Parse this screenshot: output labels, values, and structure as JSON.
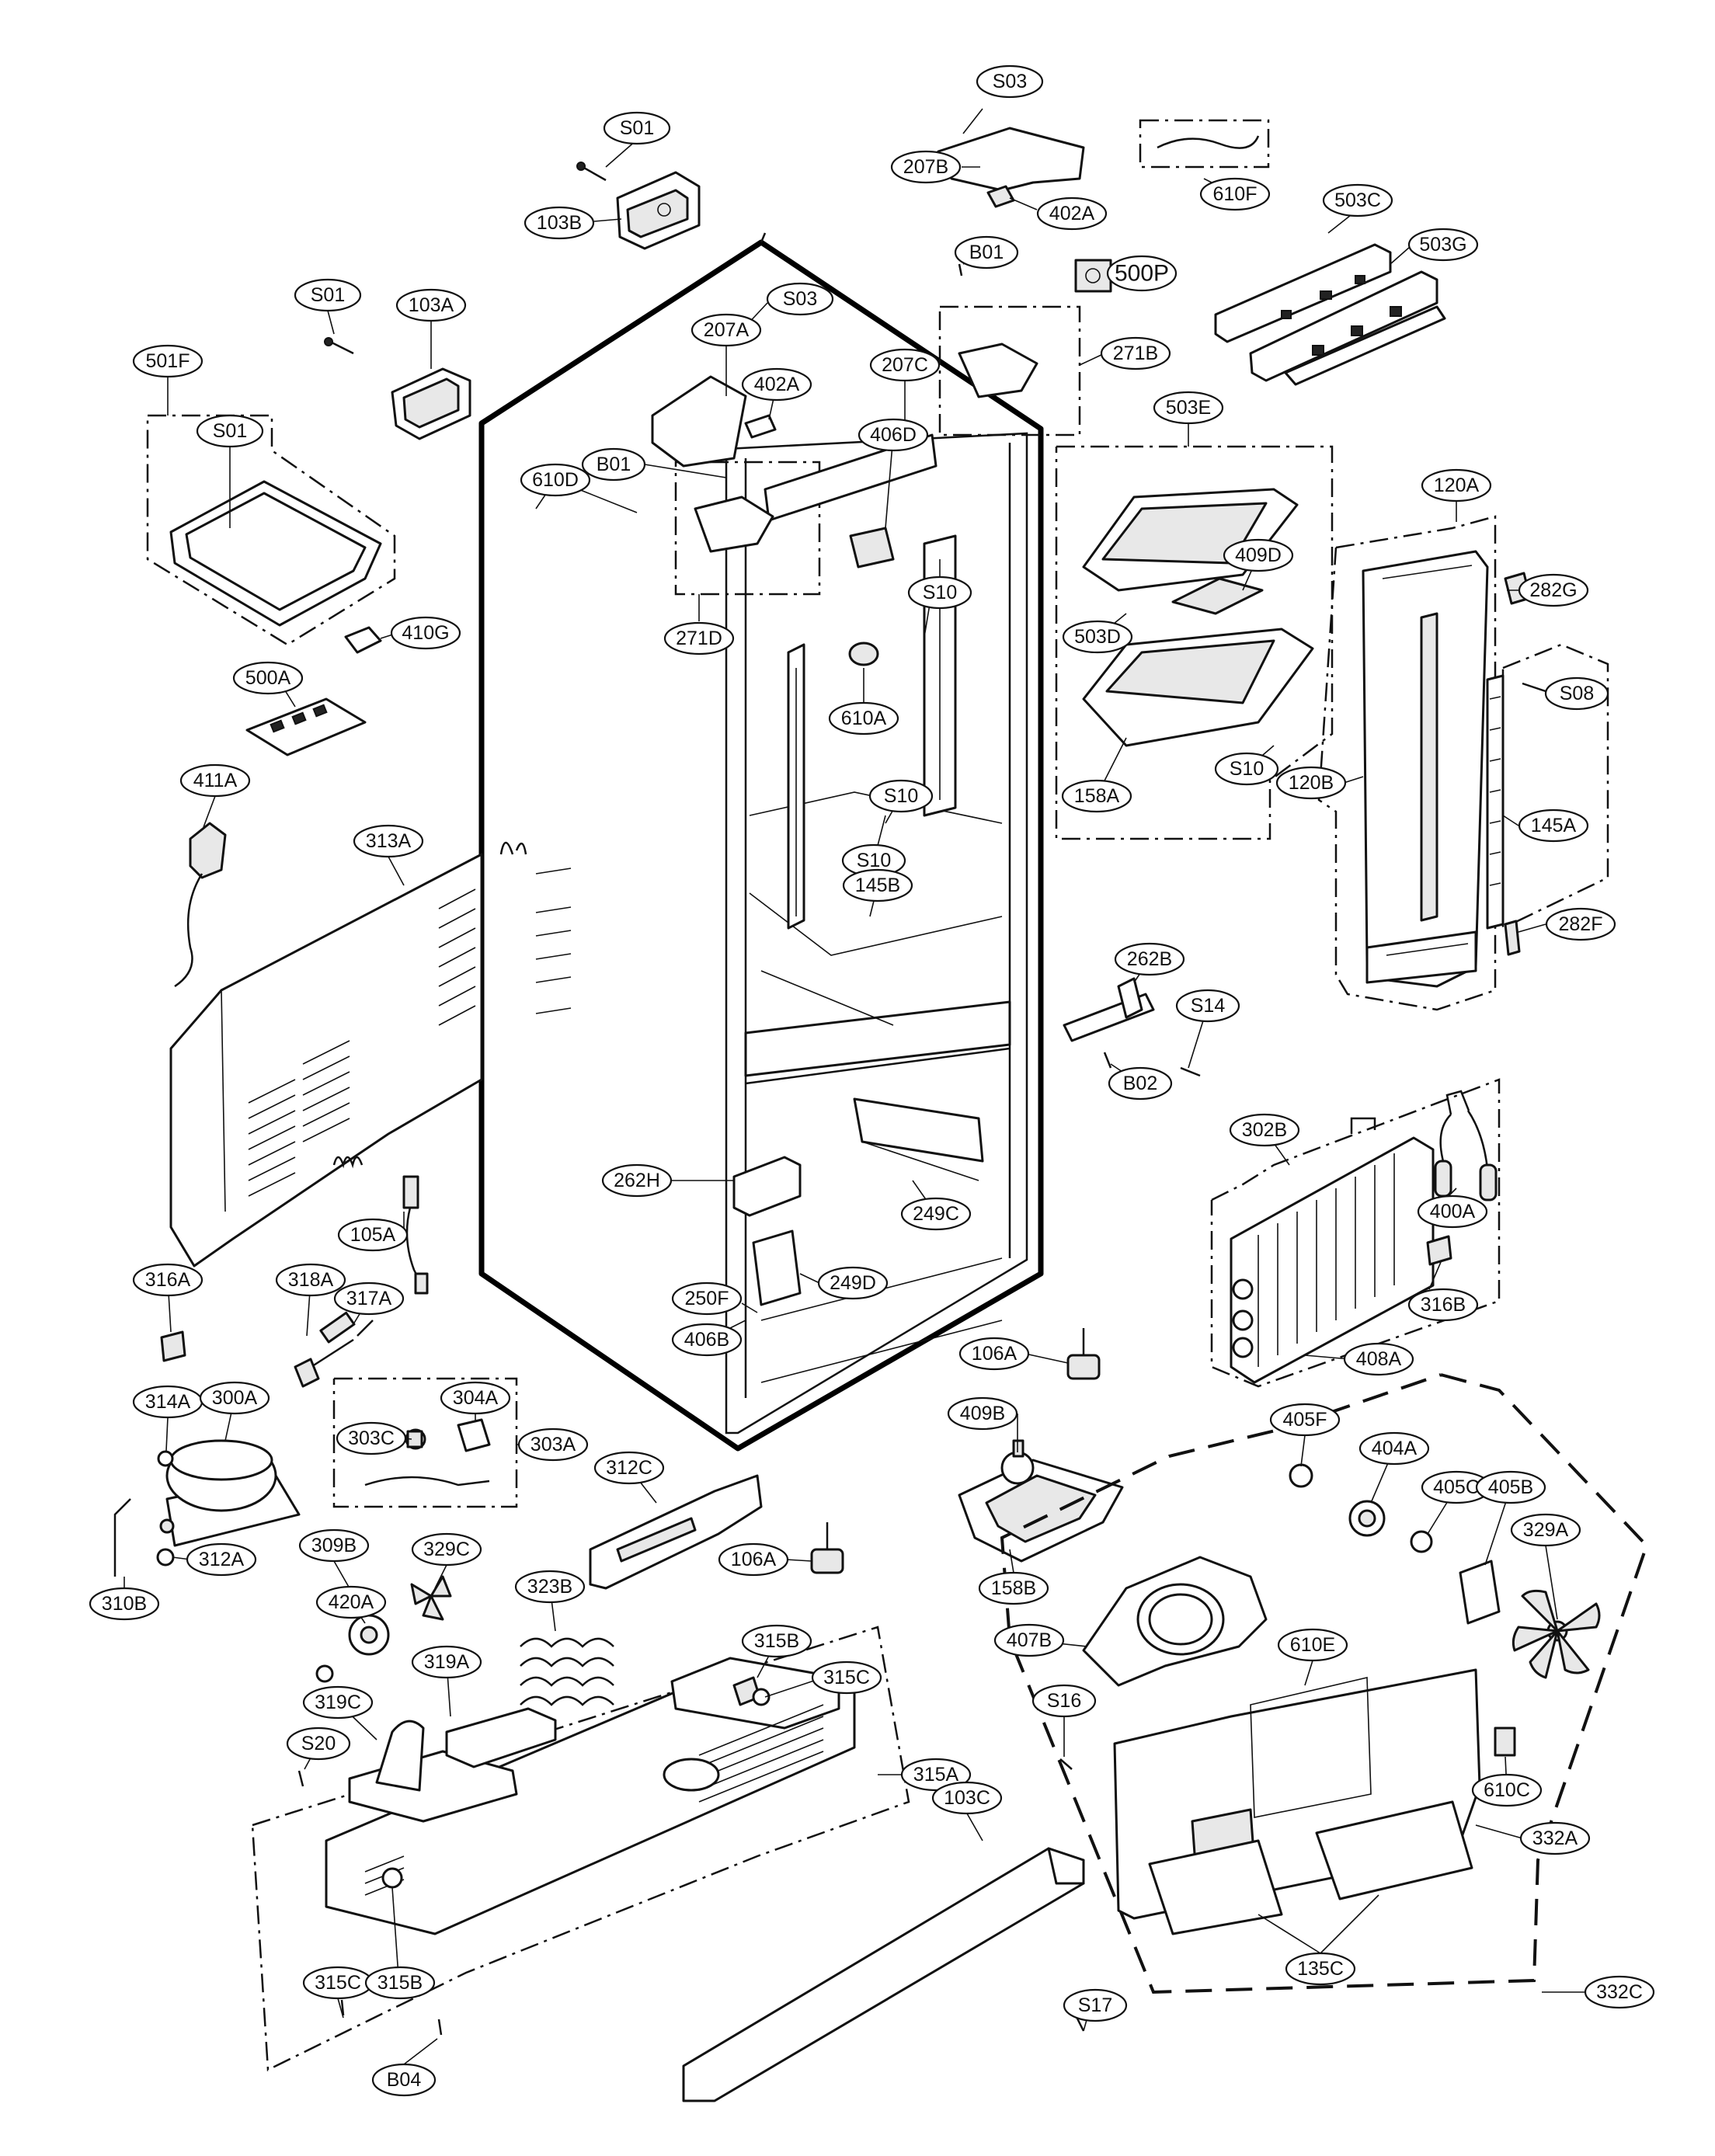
{
  "labels": [
    {
      "id": "S01",
      "text": "S01"
    },
    {
      "id": "S03",
      "text": "S03"
    },
    {
      "id": "207B",
      "text": "207B"
    },
    {
      "id": "402A",
      "text": "402A"
    },
    {
      "id": "610F",
      "text": "610F"
    },
    {
      "id": "103B",
      "text": "103B"
    },
    {
      "id": "503C",
      "text": "503C"
    },
    {
      "id": "503G",
      "text": "503G"
    },
    {
      "id": "B01",
      "text": "B01"
    },
    {
      "id": "500P",
      "text": "500P"
    },
    {
      "id": "S01b",
      "text": "S01"
    },
    {
      "id": "103A",
      "text": "103A"
    },
    {
      "id": "S03b",
      "text": "S03"
    },
    {
      "id": "207A",
      "text": "207A"
    },
    {
      "id": "207C",
      "text": "207C"
    },
    {
      "id": "271B",
      "text": "271B"
    },
    {
      "id": "501F",
      "text": "501F"
    },
    {
      "id": "S01c",
      "text": "S01"
    },
    {
      "id": "402Ab",
      "text": "402A"
    },
    {
      "id": "406D",
      "text": "406D"
    },
    {
      "id": "503E",
      "text": "503E"
    },
    {
      "id": "610D",
      "text": "610D"
    },
    {
      "id": "B01b",
      "text": "B01"
    },
    {
      "id": "120A",
      "text": "120A"
    },
    {
      "id": "409D",
      "text": "409D"
    },
    {
      "id": "S10",
      "text": "S10"
    },
    {
      "id": "282G",
      "text": "282G"
    },
    {
      "id": "503D",
      "text": "503D"
    },
    {
      "id": "271D",
      "text": "271D"
    },
    {
      "id": "410G",
      "text": "410G"
    },
    {
      "id": "500A",
      "text": "500A"
    },
    {
      "id": "610A",
      "text": "610A"
    },
    {
      "id": "S08",
      "text": "S08"
    },
    {
      "id": "S10b",
      "text": "S10"
    },
    {
      "id": "158A",
      "text": "158A"
    },
    {
      "id": "120B",
      "text": "120B"
    },
    {
      "id": "411A",
      "text": "411A"
    },
    {
      "id": "S10c",
      "text": "S10"
    },
    {
      "id": "145A",
      "text": "145A"
    },
    {
      "id": "313A",
      "text": "313A"
    },
    {
      "id": "S10d",
      "text": "S10"
    },
    {
      "id": "282F",
      "text": "282F"
    },
    {
      "id": "145B",
      "text": "145B"
    },
    {
      "id": "262B",
      "text": "262B"
    },
    {
      "id": "S14",
      "text": "S14"
    },
    {
      "id": "B02",
      "text": "B02"
    },
    {
      "id": "302B",
      "text": "302B"
    },
    {
      "id": "262H",
      "text": "262H"
    },
    {
      "id": "249C",
      "text": "249C"
    },
    {
      "id": "400A",
      "text": "400A"
    },
    {
      "id": "105A",
      "text": "105A"
    },
    {
      "id": "316A",
      "text": "316A"
    },
    {
      "id": "318A",
      "text": "318A"
    },
    {
      "id": "317A",
      "text": "317A"
    },
    {
      "id": "249D",
      "text": "249D"
    },
    {
      "id": "250F",
      "text": "250F"
    },
    {
      "id": "316B",
      "text": "316B"
    },
    {
      "id": "406B",
      "text": "406B"
    },
    {
      "id": "408A",
      "text": "408A"
    },
    {
      "id": "106A",
      "text": "106A"
    },
    {
      "id": "314A",
      "text": "314A"
    },
    {
      "id": "300A",
      "text": "300A"
    },
    {
      "id": "304A",
      "text": "304A"
    },
    {
      "id": "303C",
      "text": "303C"
    },
    {
      "id": "303A",
      "text": "303A"
    },
    {
      "id": "409B",
      "text": "409B"
    },
    {
      "id": "405F",
      "text": "405F"
    },
    {
      "id": "404A",
      "text": "404A"
    },
    {
      "id": "312C",
      "text": "312C"
    },
    {
      "id": "405C",
      "text": "405C"
    },
    {
      "id": "405B",
      "text": "405B"
    },
    {
      "id": "310B",
      "text": "310B"
    },
    {
      "id": "312A",
      "text": "312A"
    },
    {
      "id": "309B",
      "text": "309B"
    },
    {
      "id": "329C",
      "text": "329C"
    },
    {
      "id": "106Ab",
      "text": "106A"
    },
    {
      "id": "158B",
      "text": "158B"
    },
    {
      "id": "329A",
      "text": "329A"
    },
    {
      "id": "420A",
      "text": "420A"
    },
    {
      "id": "323B",
      "text": "323B"
    },
    {
      "id": "315B",
      "text": "315B"
    },
    {
      "id": "407B",
      "text": "407B"
    },
    {
      "id": "610E",
      "text": "610E"
    },
    {
      "id": "319A",
      "text": "319A"
    },
    {
      "id": "315C",
      "text": "315C"
    },
    {
      "id": "S16",
      "text": "S16"
    },
    {
      "id": "319C",
      "text": "319C"
    },
    {
      "id": "S20",
      "text": "S20"
    },
    {
      "id": "315A",
      "text": "315A"
    },
    {
      "id": "610C",
      "text": "610C"
    },
    {
      "id": "103C",
      "text": "103C"
    },
    {
      "id": "332A",
      "text": "332A"
    },
    {
      "id": "315Cb",
      "text": "315C"
    },
    {
      "id": "315Bb",
      "text": "315B"
    },
    {
      "id": "135C",
      "text": "135C"
    },
    {
      "id": "S17",
      "text": "S17"
    },
    {
      "id": "332C",
      "text": "332C"
    },
    {
      "id": "B04",
      "text": "B04"
    }
  ]
}
